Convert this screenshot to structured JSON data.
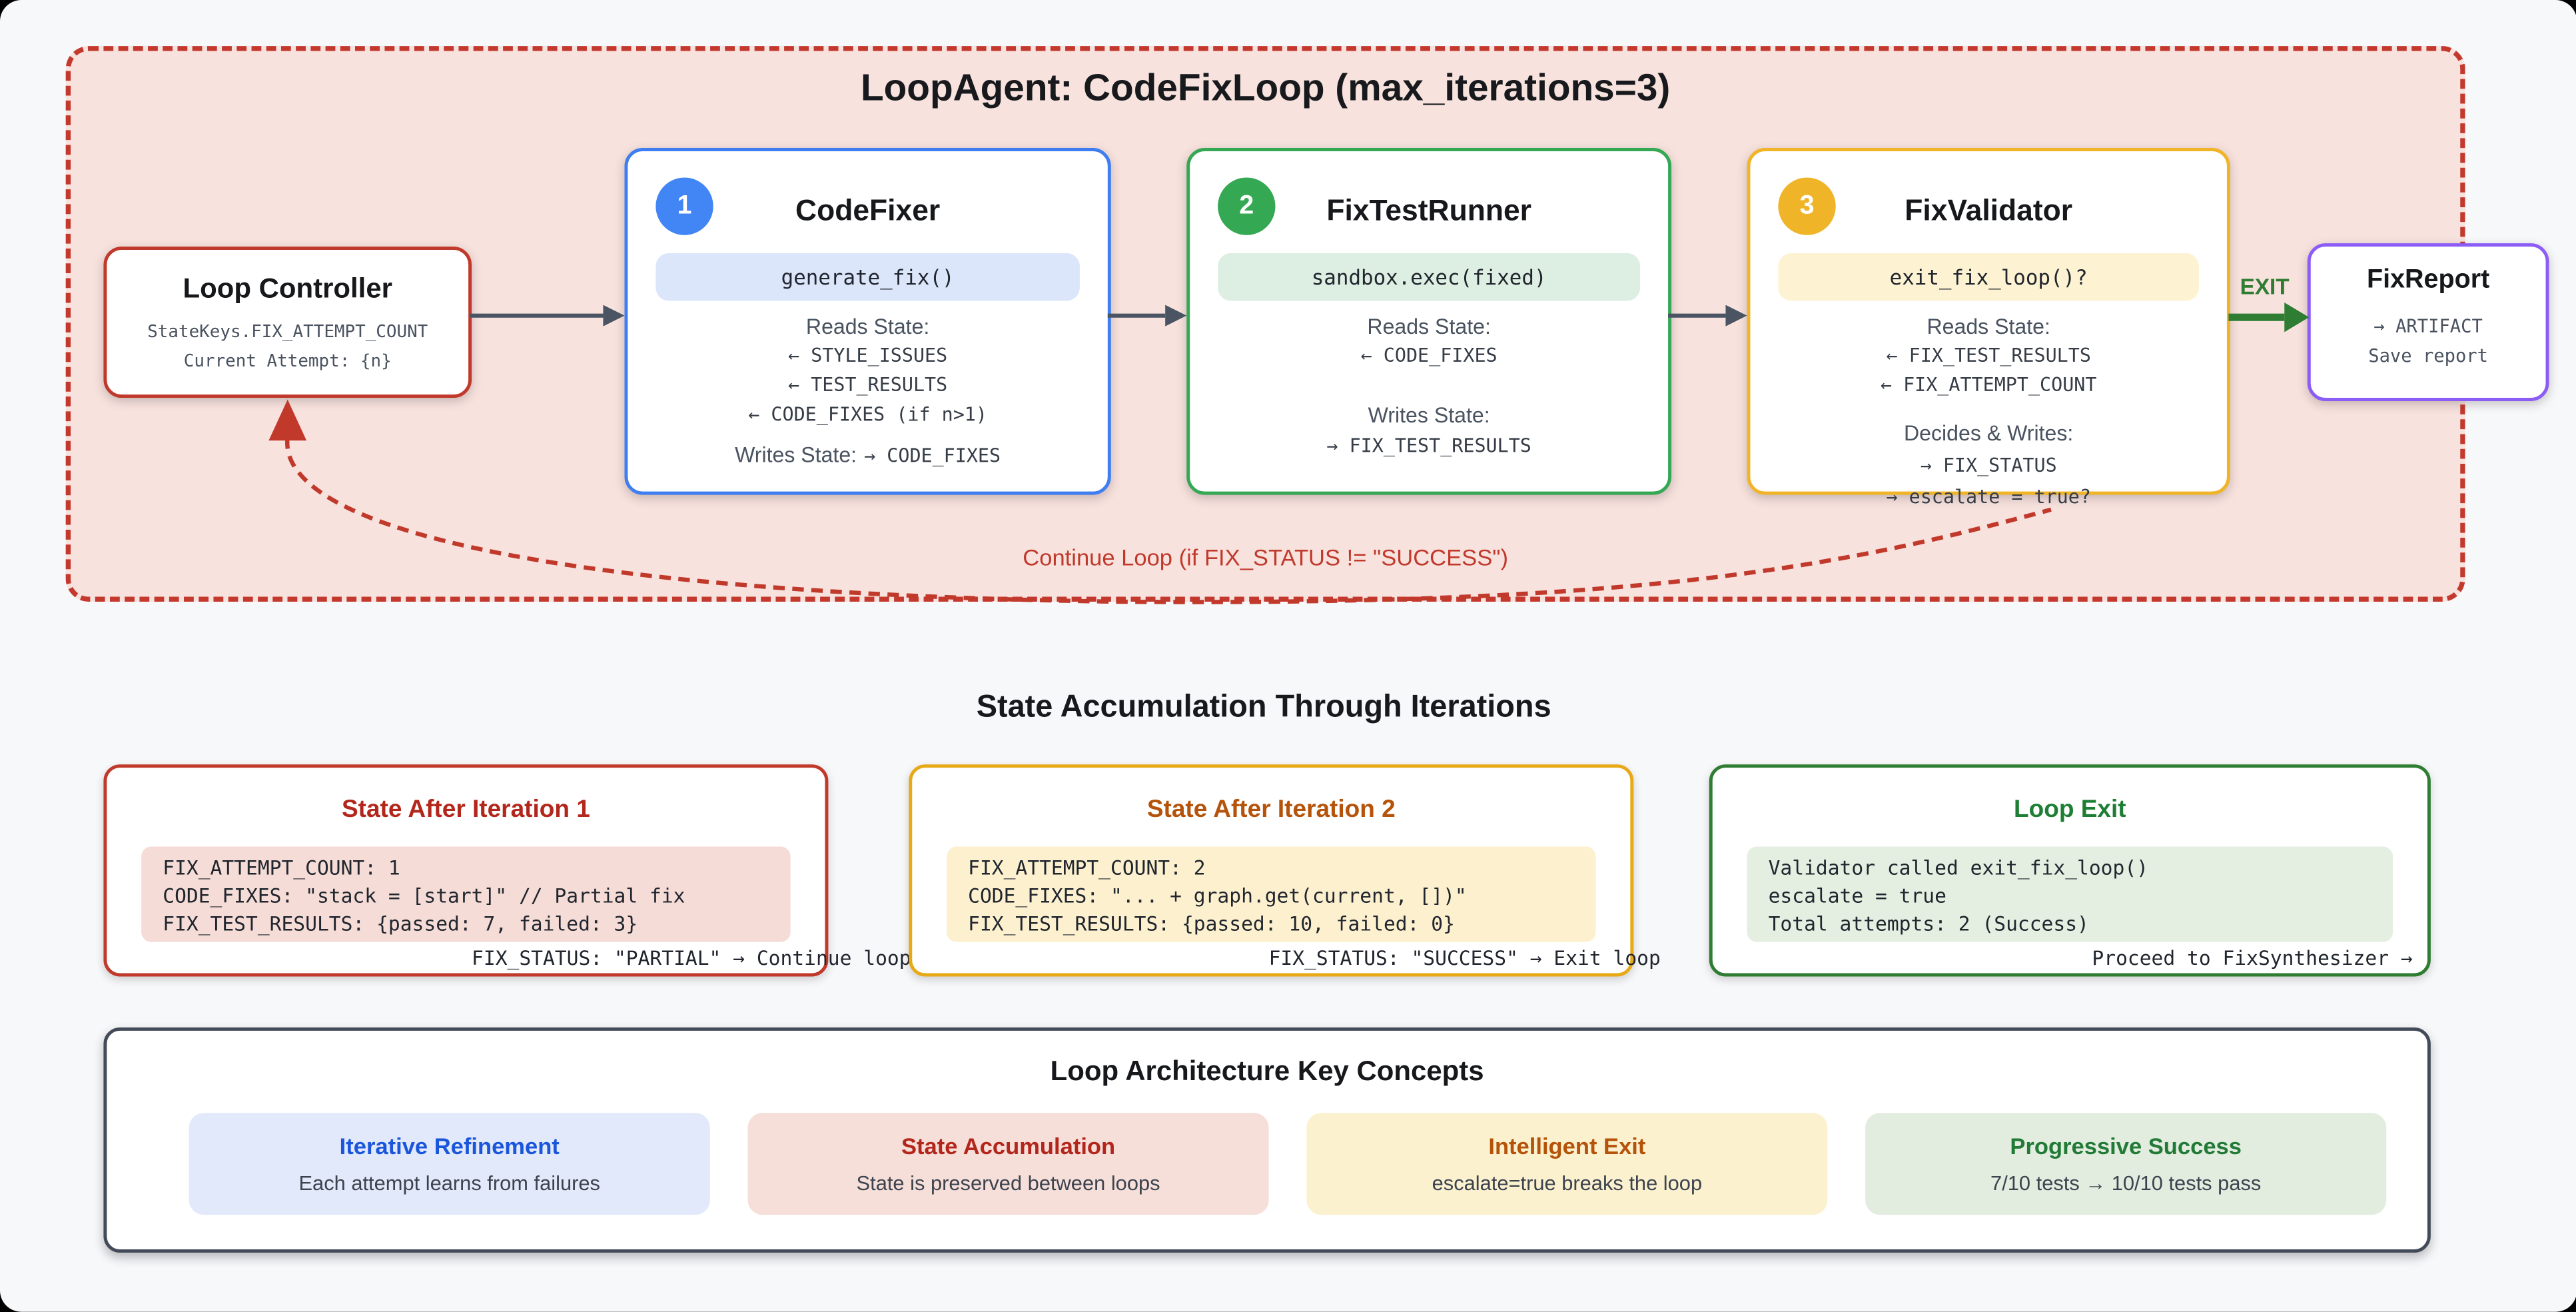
{
  "header": {
    "title": "LoopAgent: CodeFixLoop (max_iterations=3)"
  },
  "flow": {
    "controller": {
      "title": "Loop Controller",
      "line1": "StateKeys.FIX_ATTEMPT_COUNT",
      "line2": "Current Attempt: {n}"
    },
    "agents": [
      {
        "badge": "1",
        "name": "CodeFixer",
        "code": "generate_fix()",
        "reads_label": "Reads State:",
        "reads": [
          "← STYLE_ISSUES",
          "← TEST_RESULTS",
          "← CODE_FIXES (if n>1)"
        ],
        "writes_label": "Writes State:",
        "writes_value": "→ CODE_FIXES"
      },
      {
        "badge": "2",
        "name": "FixTestRunner",
        "code": "sandbox.exec(fixed)",
        "reads_label": "Reads State:",
        "reads": [
          "← CODE_FIXES"
        ],
        "writes_label": "Writes State:",
        "writes": [
          "→ FIX_TEST_RESULTS"
        ]
      },
      {
        "badge": "3",
        "name": "FixValidator",
        "code": "exit_fix_loop()?",
        "reads_label": "Reads State:",
        "reads": [
          "← FIX_TEST_RESULTS",
          "← FIX_ATTEMPT_COUNT"
        ],
        "writes_label": "Decides & Writes:",
        "writes": [
          "→ FIX_STATUS",
          "→ escalate = true?"
        ]
      }
    ],
    "exit_label": "EXIT",
    "report": {
      "title": "FixReport",
      "line1": "→ ARTIFACT",
      "line2": "Save report"
    },
    "continue_label": "Continue Loop (if FIX_STATUS != \"SUCCESS\")"
  },
  "state_section": {
    "title": "State Accumulation Through Iterations",
    "boxes": [
      {
        "title": "State After Iteration 1",
        "lines": [
          "FIX_ATTEMPT_COUNT: 1",
          "CODE_FIXES: \"stack = [start]\" // Partial fix",
          "FIX_TEST_RESULTS: {passed: 7, failed: 3}"
        ],
        "tail": "FIX_STATUS: \"PARTIAL\" → Continue loop"
      },
      {
        "title": "State After Iteration 2",
        "lines": [
          "FIX_ATTEMPT_COUNT: 2",
          "CODE_FIXES: \"... + graph.get(current, [])\"",
          "FIX_TEST_RESULTS: {passed: 10, failed: 0}"
        ],
        "tail": "FIX_STATUS: \"SUCCESS\" → Exit loop"
      },
      {
        "title": "Loop Exit",
        "lines": [
          "Validator called exit_fix_loop()",
          "escalate = true",
          "Total attempts: 2 (Success)"
        ],
        "tail": "Proceed to FixSynthesizer →"
      }
    ]
  },
  "concepts": {
    "title": "Loop Architecture Key Concepts",
    "cards": [
      {
        "title": "Iterative Refinement",
        "desc": "Each attempt learns from failures"
      },
      {
        "title": "State Accumulation",
        "desc": "State is preserved between loops"
      },
      {
        "title": "Intelligent Exit",
        "desc": "escalate=true breaks the loop"
      },
      {
        "title": "Progressive Success",
        "desc": "7/10 tests → 10/10 tests pass"
      }
    ]
  },
  "colors": {
    "accent_blue": "#4285f4",
    "accent_green": "#34a853",
    "accent_amber": "#f0b429",
    "accent_red": "#c0392b",
    "accent_purple": "#8b5cf6",
    "exit_green": "#2e7d32",
    "container_pink": "#f8e2de"
  }
}
